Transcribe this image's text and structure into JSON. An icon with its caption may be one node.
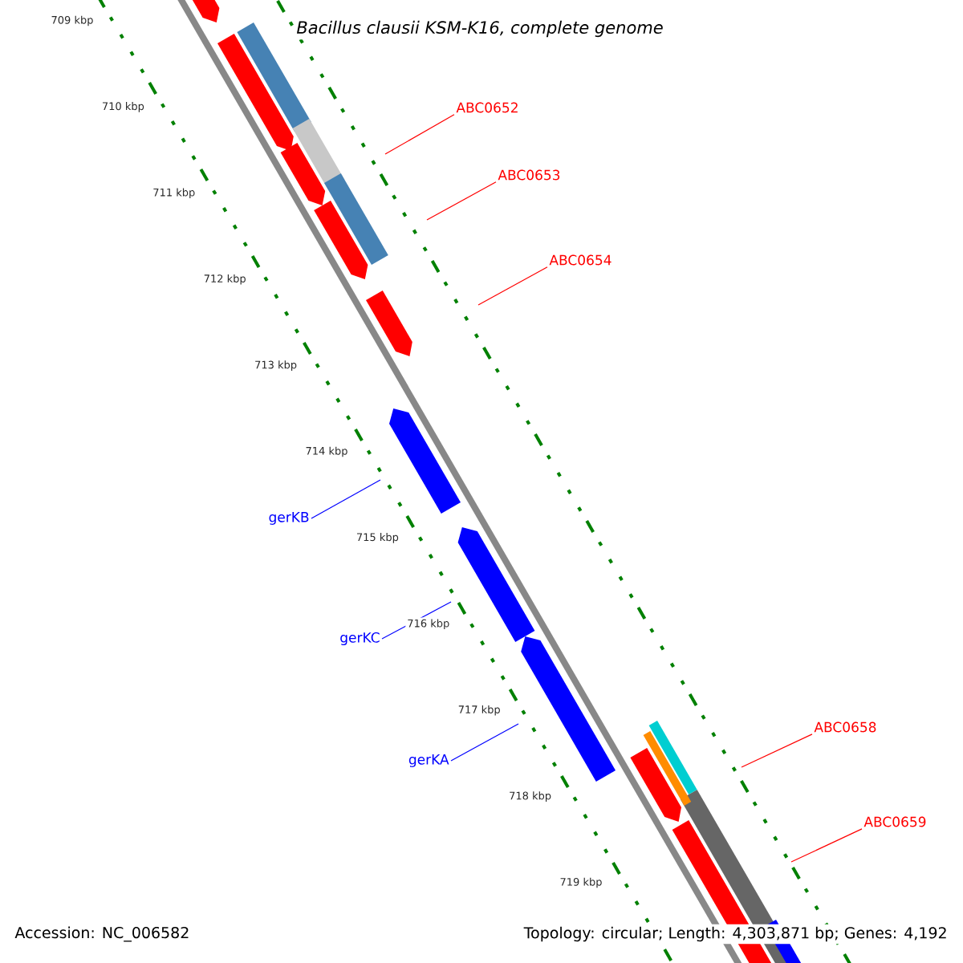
{
  "diagram": {
    "title": "Bacillus clausii KSM-K16, complete genome",
    "nodes": [
      {
        "text": [
          "ABC0652"
        ]
      },
      {
        "text": [
          "ABC0653"
        ]
      },
      {
        "text": [
          "ABC0654"
        ]
      },
      {
        "text": [
          "gerKB"
        ]
      },
      {
        "text": [
          "gerKC"
        ]
      },
      {
        "text": [
          "gerKA"
        ]
      },
      {
        "text": [
          "ABC0658"
        ]
      },
      {
        "text": [
          "ABC0659"
        ]
      }
    ],
    "edges": [
      {
        "from": 0,
        "to": null,
        "arrow": "none"
      },
      {
        "from": 1,
        "to": null,
        "arrow": "none"
      },
      {
        "from": 2,
        "to": null,
        "arrow": "none"
      },
      {
        "from": 3,
        "to": null,
        "arrow": "none",
        "color": "#0000ff"
      },
      {
        "from": 4,
        "to": null,
        "arrow": "none",
        "color": "#0000ff"
      },
      {
        "from": 5,
        "to": null,
        "arrow": "none",
        "color": "#0000ff"
      },
      {
        "from": 6,
        "to": null,
        "arrow": "none"
      },
      {
        "from": 7,
        "to": null,
        "arrow": "none"
      }
    ],
    "labels": [
      "709 kbp",
      "710 kbp",
      "711 kbp",
      "712 kbp",
      "713 kbp",
      "714 kbp",
      "715 kbp",
      "716 kbp",
      "717 kbp",
      "718 kbp",
      "719 kbp",
      "Accession: NC_006582",
      "Topology: circular; Length: 4,303,871 bp; Genes: 4,192"
    ]
  }
}
